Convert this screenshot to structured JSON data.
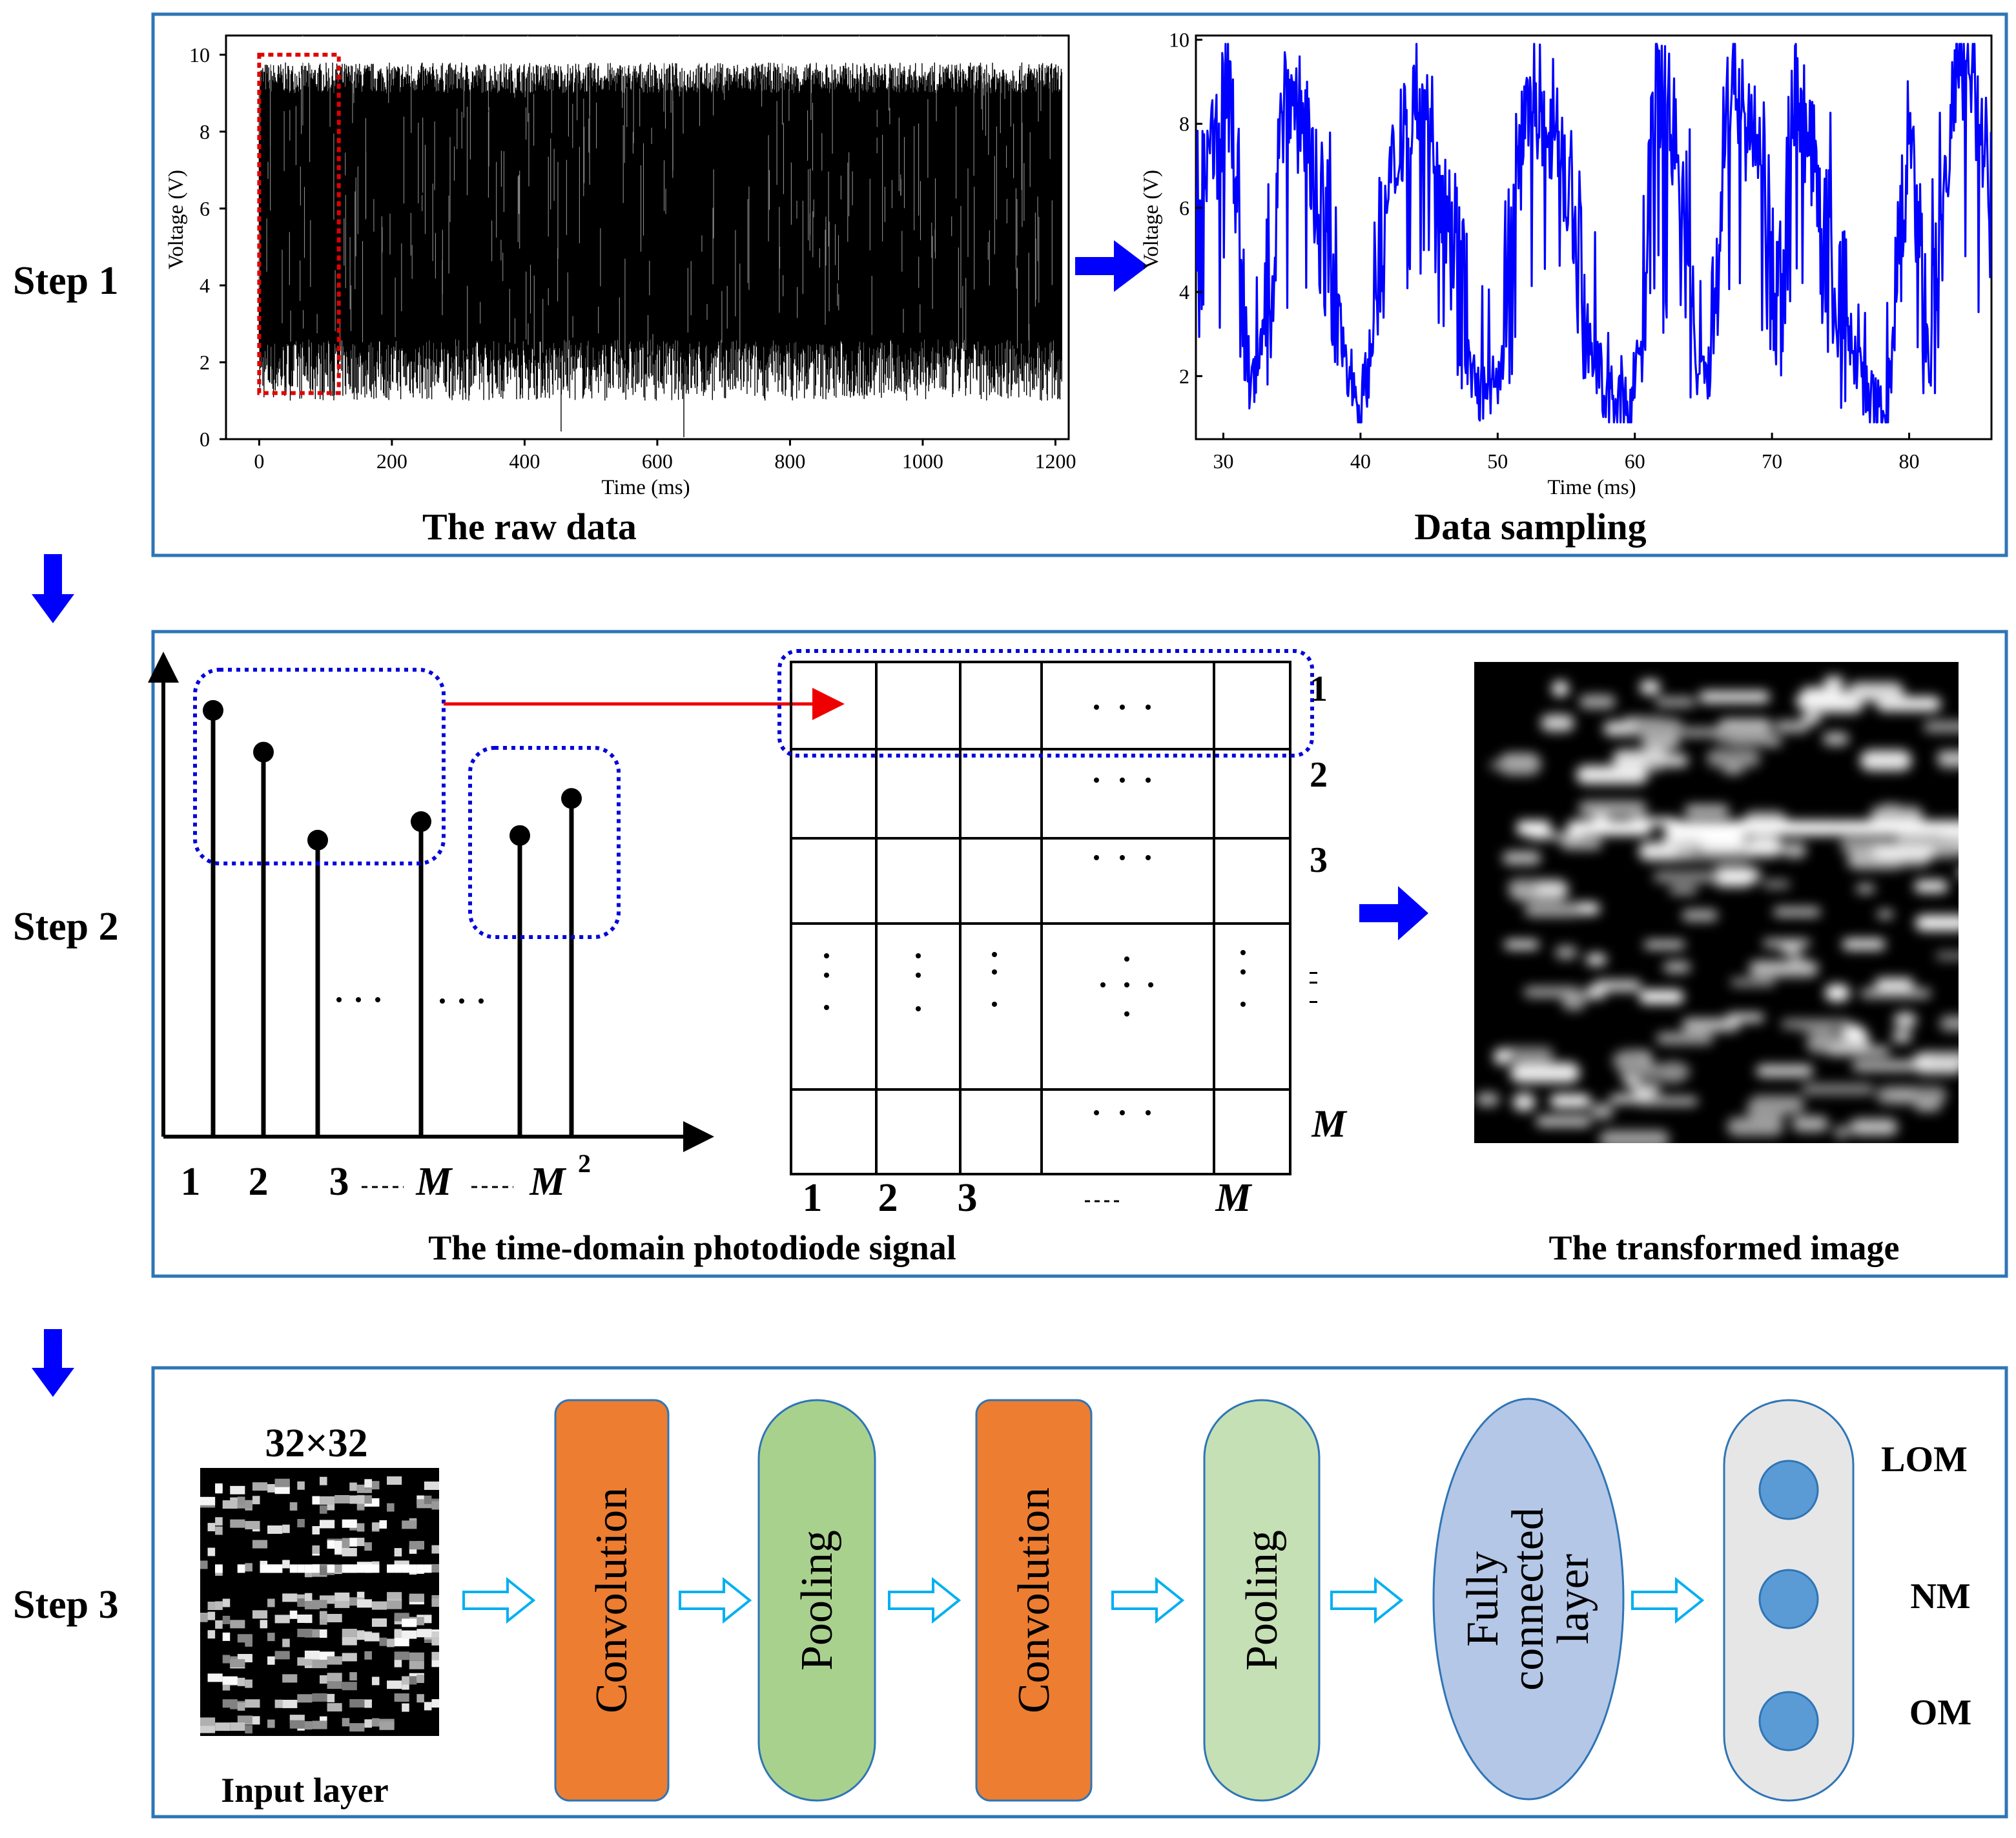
{
  "steps": {
    "step1_label": "Step 1",
    "step2_label": "Step 2",
    "step3_label": "Step 3"
  },
  "step1": {
    "raw_caption": "The raw data",
    "sampling_caption": "Data sampling",
    "raw_plot": {
      "xlabel": "Time (ms)",
      "ylabel": "Voltage (V)",
      "xticks": [
        "0",
        "200",
        "400",
        "600",
        "800",
        "1000",
        "1200"
      ],
      "yticks": [
        "0",
        "2",
        "4",
        "6",
        "8",
        "10"
      ],
      "xlim": [
        -50,
        1220
      ],
      "ylim": [
        0,
        10.5
      ],
      "line_color": "#000000",
      "highlight": {
        "x_range": [
          0,
          120
        ],
        "y_range": [
          1.2,
          10
        ],
        "color": "#e00000"
      }
    },
    "sample_plot": {
      "xlabel": "Time (ms)",
      "ylabel": "Voltage (V)",
      "xticks": [
        "30",
        "40",
        "50",
        "60",
        "70",
        "80"
      ],
      "yticks": [
        "2",
        "4",
        "6",
        "8",
        "10"
      ],
      "xlim": [
        28,
        86
      ],
      "ylim": [
        0.5,
        10.1
      ],
      "line_color": "#0000ff"
    }
  },
  "step2": {
    "signal_caption": "The time-domain photodiode signal",
    "image_caption": "The transformed image",
    "x_labels": [
      "1",
      "2",
      "3",
      "M",
      "M",
      "2"
    ],
    "stem_values": [
      0.92,
      0.83,
      0.64,
      0.68,
      0.65,
      0.73
    ],
    "grid_col_labels": [
      "1",
      "2",
      "3",
      "M"
    ],
    "grid_row_labels": [
      "1",
      "2",
      "3",
      "M"
    ],
    "colors": {
      "blue": "#0000dd",
      "red": "#ee0000",
      "arrow": "#0000ff"
    }
  },
  "step3": {
    "input_size": "32×32",
    "input_caption": "Input layer",
    "blocks": [
      "Convolution",
      "Pooling",
      "Convolution",
      "Pooling"
    ],
    "fc_lines": [
      "Fully",
      "connected",
      "layer"
    ],
    "outputs": [
      "LOM",
      "NM",
      "OM"
    ],
    "colors": {
      "conv": "#ED7D31",
      "pool1": "#A9D18E",
      "pool2": "#C5E0B4",
      "fc": "#B4C7E7",
      "out_bg": "#E7E6E6",
      "node": "#5B9BD5",
      "border": "#2E75B6",
      "hollow_arrow": "#00B0F0"
    }
  }
}
